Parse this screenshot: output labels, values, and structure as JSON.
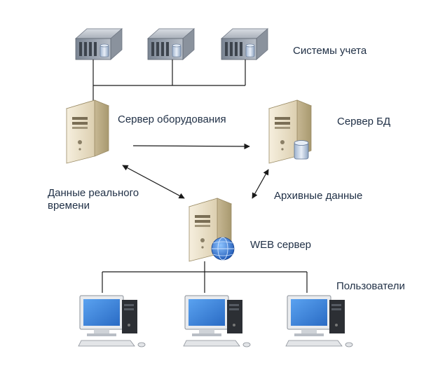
{
  "labels": {
    "accounting_systems": "Системы учета",
    "equipment_server": "Сервер оборудования",
    "db_server": "Сервер БД",
    "realtime_data_line1": "Данные реального",
    "realtime_data_line2": "времени",
    "archive_data": "Архивные данные",
    "web_server": "WEB сервер",
    "users": "Пользователи"
  },
  "icons": {
    "rack_servers": [
      "rack-server-icon",
      "rack-server-icon",
      "rack-server-icon"
    ],
    "equipment_server": "tower-server-icon",
    "db_server": "database-server-icon",
    "web_server": "web-server-icon",
    "workstations": [
      "workstation-icon",
      "workstation-icon",
      "workstation-icon"
    ]
  },
  "colors": {
    "text": "#1f2f45",
    "connector": "#1a1a1a",
    "server_case": "#e8dcc0",
    "monitor_screen": "#3d7fd6"
  }
}
